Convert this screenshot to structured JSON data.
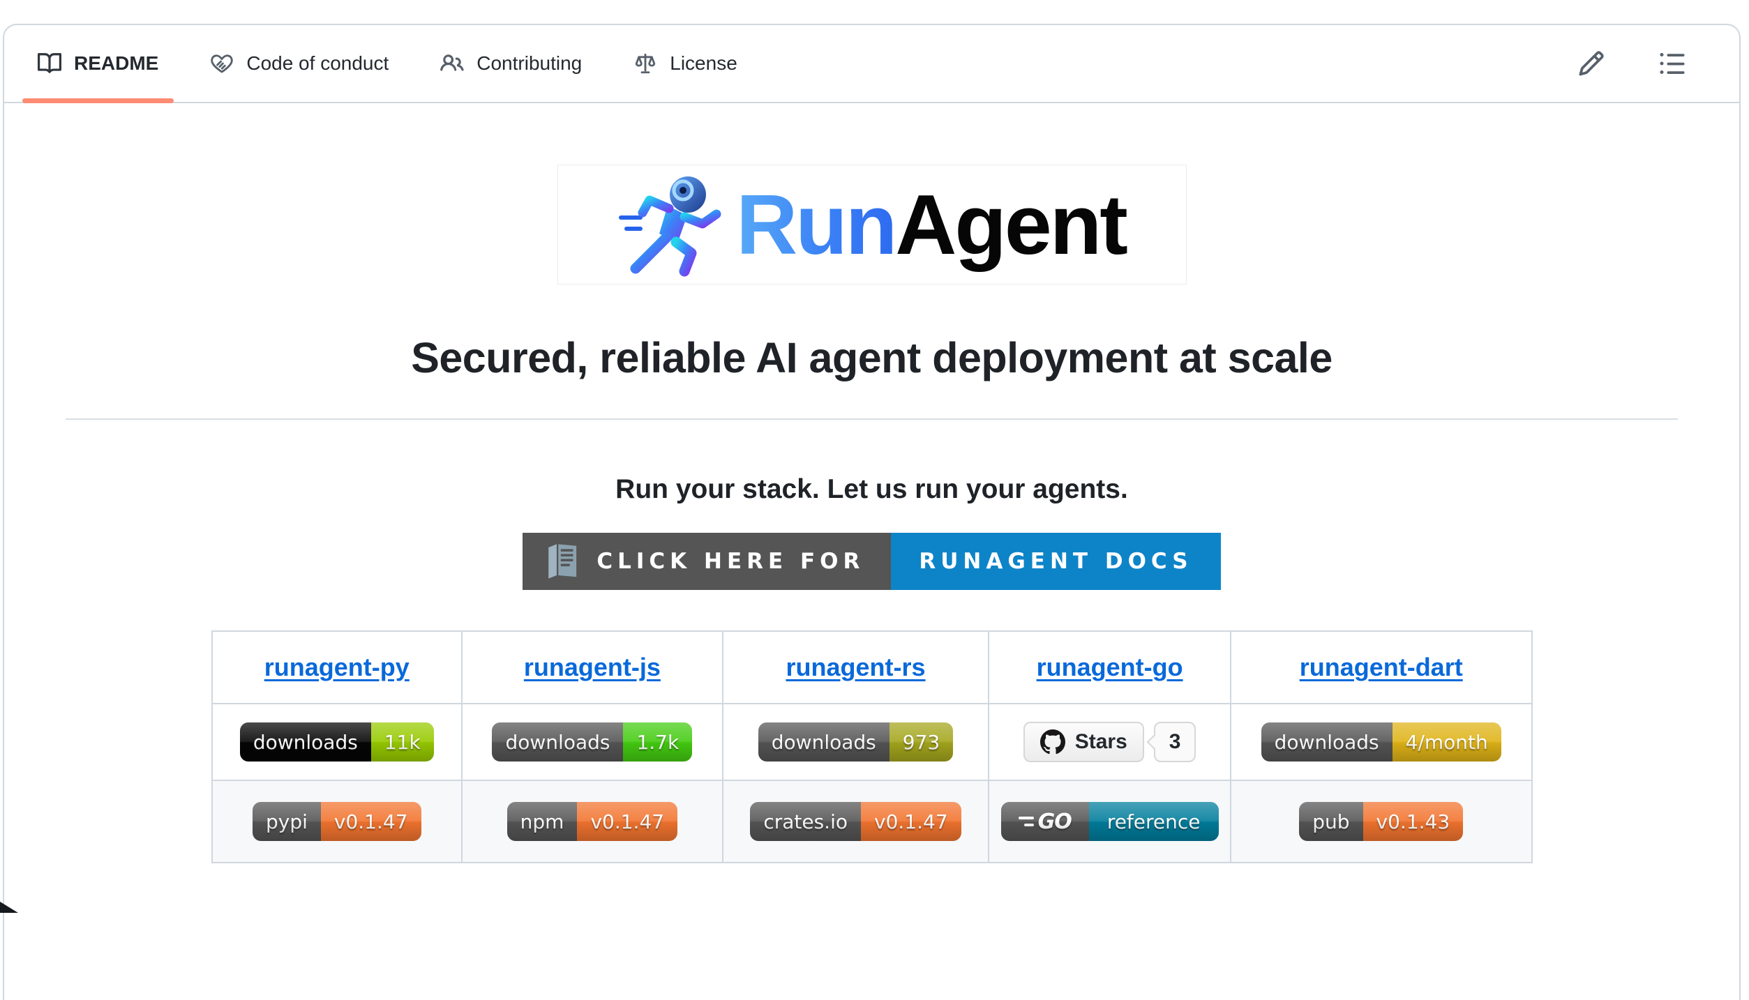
{
  "colors": {
    "accent_underline": "#fd8c73",
    "link_blue": "#0969da",
    "border": "#d0d7de",
    "row_alt_bg": "#f6f8fa"
  },
  "tabs": {
    "items": [
      {
        "label": "README",
        "icon": "book-icon",
        "active": true
      },
      {
        "label": "Code of conduct",
        "icon": "code-of-conduct-icon",
        "active": false
      },
      {
        "label": "Contributing",
        "icon": "people-icon",
        "active": false
      },
      {
        "label": "License",
        "icon": "law-icon",
        "active": false
      }
    ],
    "actions": [
      {
        "icon": "edit-pencil-icon"
      },
      {
        "icon": "outline-list-icon"
      }
    ]
  },
  "logo": {
    "brand_run": "Run",
    "brand_agent": "Agent",
    "icon": "running-robot-icon"
  },
  "headline": "Secured, reliable AI agent deployment at scale",
  "tagline": "Run your stack. Let us run your agents.",
  "docs_badge": {
    "left_text": "CLICK HERE FOR",
    "right_text": "RUNAGENT DOCS",
    "left_bg": "#555555",
    "right_bg": "#0d84c8",
    "icon": "read-the-docs-book-icon"
  },
  "table": {
    "columns": [
      {
        "title": "runagent-py",
        "row1": {
          "type": "shield",
          "label": "downloads",
          "value": "11k",
          "label_bg": "#050505",
          "value_bg": "#97ca00"
        },
        "row2": {
          "type": "shield",
          "label": "pypi",
          "value": "v0.1.47",
          "label_bg": "#555555",
          "value_bg": "#f2742f"
        }
      },
      {
        "title": "runagent-js",
        "row1": {
          "type": "shield",
          "label": "downloads",
          "value": "1.7k",
          "label_bg": "#555555",
          "value_bg": "#44cc11"
        },
        "row2": {
          "type": "shield",
          "label": "npm",
          "value": "v0.1.47",
          "label_bg": "#555555",
          "value_bg": "#f2742f"
        }
      },
      {
        "title": "runagent-rs",
        "row1": {
          "type": "shield",
          "label": "downloads",
          "value": "973",
          "label_bg": "#555555",
          "value_bg": "#a4a61d"
        },
        "row2": {
          "type": "shield",
          "label": "crates.io",
          "value": "v0.1.47",
          "label_bg": "#555555",
          "value_bg": "#f2742f"
        }
      },
      {
        "title": "runagent-go",
        "row1": {
          "type": "github-stars",
          "label": "Stars",
          "count": "3"
        },
        "row2": {
          "type": "go-reference",
          "logo_text": "GO",
          "value": "reference",
          "label_bg": "#555555",
          "value_bg": "#007d9c"
        }
      },
      {
        "title": "runagent-dart",
        "row1": {
          "type": "shield",
          "label": "downloads",
          "value": "4/month",
          "label_bg": "#555555",
          "value_bg": "#dfb317"
        },
        "row2": {
          "type": "shield",
          "label": "pub",
          "value": "v0.1.43",
          "label_bg": "#555555",
          "value_bg": "#f2742f"
        }
      }
    ]
  }
}
